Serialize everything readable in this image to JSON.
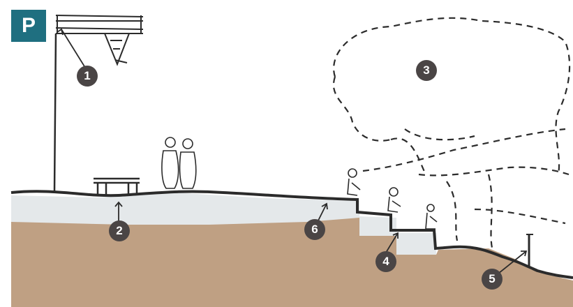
{
  "panel": {
    "label": "P"
  },
  "callouts": [
    {
      "id": "1",
      "label": "1"
    },
    {
      "id": "2",
      "label": "2"
    },
    {
      "id": "3",
      "label": "3"
    },
    {
      "id": "4",
      "label": "4"
    },
    {
      "id": "5",
      "label": "5"
    },
    {
      "id": "6",
      "label": "6"
    }
  ],
  "colors": {
    "panel_badge": "#1f6f80",
    "callout_circle": "#4a4545",
    "soil": "#bfa083",
    "paving": "#e4e8ea",
    "ink": "#2b2b2b"
  },
  "icons": [
    "gantry-structure",
    "tree-canopy",
    "bench",
    "standing-figures",
    "seated-figures",
    "bollard"
  ]
}
